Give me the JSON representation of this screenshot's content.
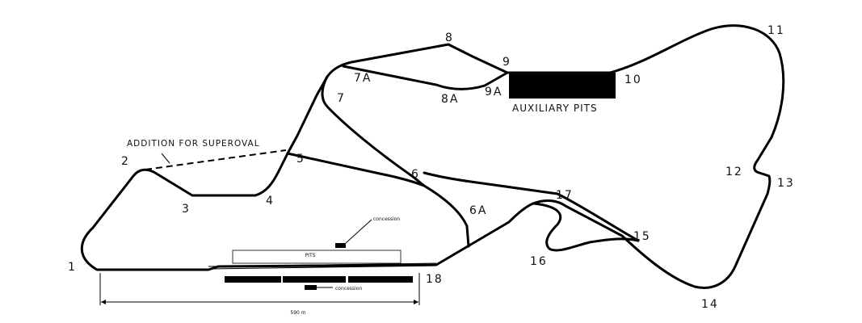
{
  "turns": {
    "t1": "1",
    "t2": "2",
    "t3": "3",
    "t4": "4",
    "t5": "5",
    "t6": "6",
    "t6a": "6A",
    "t7": "7",
    "t7a": "7A",
    "t8": "8",
    "t8a": "8A",
    "t9": "9",
    "t9a": "9A",
    "t10": "10",
    "t11": "11",
    "t12": "12",
    "t13": "13",
    "t14": "14",
    "t15": "15",
    "t16": "16",
    "t17": "17",
    "t18": "18"
  },
  "annotations": {
    "superoval": "ADDITION FOR SUPEROVAL",
    "auxiliary_pits": "AUXILIARY PITS",
    "pits": "PITS",
    "concession_top": "concession",
    "concession_bottom": "concession",
    "distance": "590 m"
  },
  "colors": {
    "track": "#000000",
    "background": "#ffffff"
  }
}
